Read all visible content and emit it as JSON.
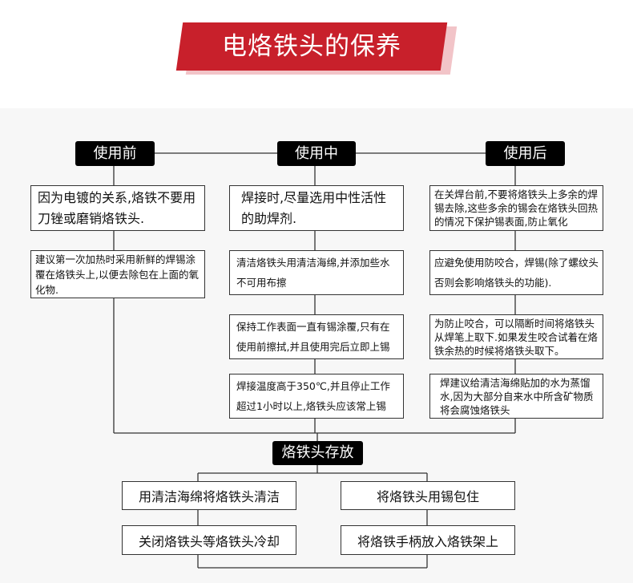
{
  "title": "电烙铁头的保养",
  "columns": [
    {
      "header": "使用前",
      "items": [
        "因为电镀的关系,烙铁不要用刀锉或磨销烙铁头.",
        "建议第一次加热时采用新鲜的焊锡涂覆在烙铁头上,以便去除包在上面的氧化物."
      ]
    },
    {
      "header": "使用中",
      "items": [
        "焊接时,尽量选用中性活性的助焊剂.",
        "清洁烙铁头用清洁海绵,并添加些水不可用布擦",
        "保持工作表面一直有锡涂覆,只有在使用前擦拭,并且使用完后立即上锡",
        "焊接温度高于350℃,并且停止工作超过1小时以上,烙铁头应该常上锡"
      ]
    },
    {
      "header": "使用后",
      "items": [
        "在关焊台前,不要将烙铁头上多余的焊锡去除,这些多余的锡会在烙铁头回热的情况下保护锡表面,防止氧化",
        "应避免使用防咬合，焊锡(除了螺纹头否则会影响烙铁头的功能).",
        "为防止咬合，可以隔断时间将烙铁头从焊笔上取下.如果发生咬合试着在烙铁余热的时候将烙铁头取下。",
        "焊建议给清洁海绵贴加的水为蒸馏水,因为大部分自来水中所含矿物质将会腐蚀烙铁头"
      ]
    }
  ],
  "storage": {
    "header": "烙铁头存放",
    "items": [
      "用清洁海绵将烙铁头清洁",
      "将烙铁头用锡包住",
      "关闭烙铁头等烙铁头冷却",
      "将烙铁手柄放入烙铁架上"
    ]
  },
  "colors": {
    "accent": "#c8202b",
    "header_bg": "#000000"
  }
}
